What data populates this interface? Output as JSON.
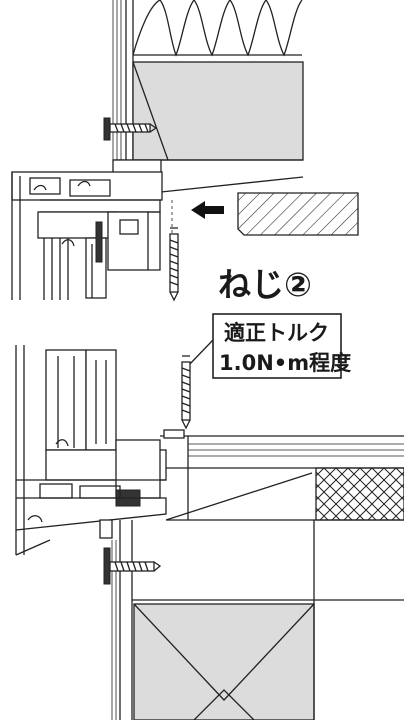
{
  "labels": {
    "screw_label": "ねじ②",
    "torque_line1": "適正トルク",
    "torque_line2": "1.0N•m程度"
  }
}
